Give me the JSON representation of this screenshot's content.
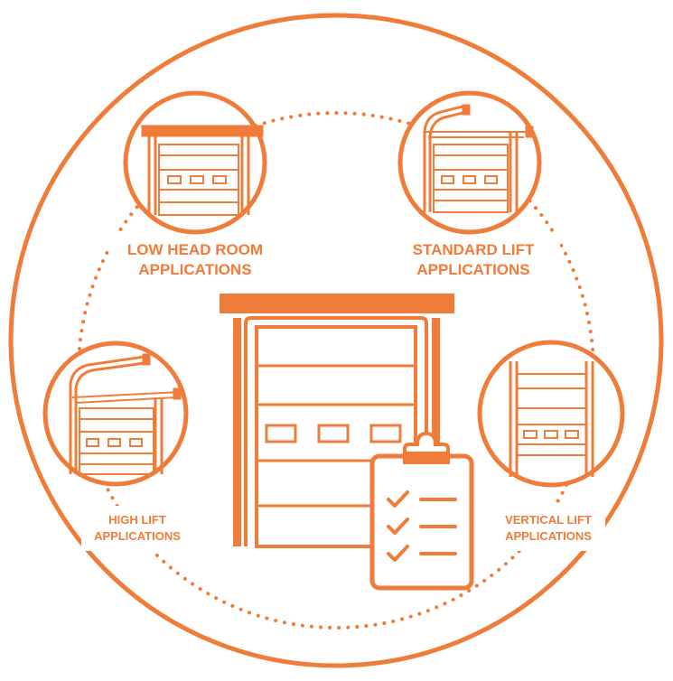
{
  "colors": {
    "accent": "#F07C3A",
    "background": "#ffffff"
  },
  "labels": {
    "low_head_room": [
      "LOW HEAD ROOM",
      "APPLICATIONS"
    ],
    "standard_lift": [
      "STANDARD LIFT",
      "APPLICATIONS"
    ],
    "high_lift": [
      "HIGH LIFT",
      "APPLICATIONS"
    ],
    "vertical_lift": [
      "VERTICAL LIFT",
      "APPLICATIONS"
    ]
  },
  "icons": {
    "center": "garage-door-icon",
    "checklist": "clipboard-checklist-icon",
    "low_head_room": "low-head-room-door-icon",
    "standard_lift": "standard-lift-door-icon",
    "high_lift": "high-lift-door-icon",
    "vertical_lift": "vertical-lift-door-icon"
  }
}
